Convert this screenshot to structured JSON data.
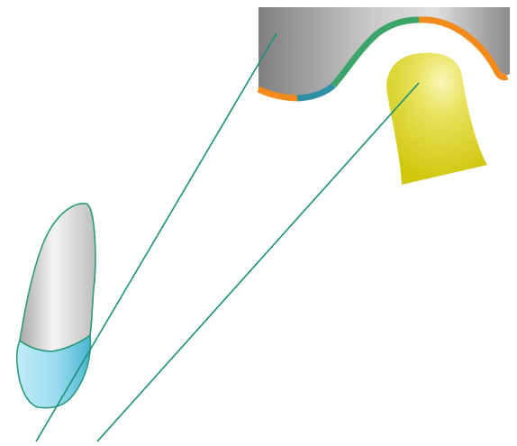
{
  "diagram": {
    "description_labels": [],
    "colors": {
      "background": "#ffffff",
      "line": "#1a8f78",
      "metal_dark": "#8c8c8c",
      "metal_light": "#d6d6d6",
      "segment_orange": "#f28a1c",
      "segment_teal": "#2f8fa6",
      "segment_green": "#3aa469",
      "dome_yellow": "#d9d316",
      "dome_highlight": "#fbf6b8",
      "tooth_gray": "#cfcfcf",
      "tooth_blue": "#8fd6ea",
      "tooth_outline": "#2a9a7c"
    },
    "elements": [
      {
        "name": "metal-block",
        "kind": "shape"
      },
      {
        "name": "curved-rim-segments",
        "kind": "shape"
      },
      {
        "name": "yellow-dome",
        "kind": "shape"
      },
      {
        "name": "tooth-crown",
        "kind": "shape"
      },
      {
        "name": "leader-line-left",
        "kind": "line"
      },
      {
        "name": "leader-line-right",
        "kind": "line"
      }
    ]
  }
}
